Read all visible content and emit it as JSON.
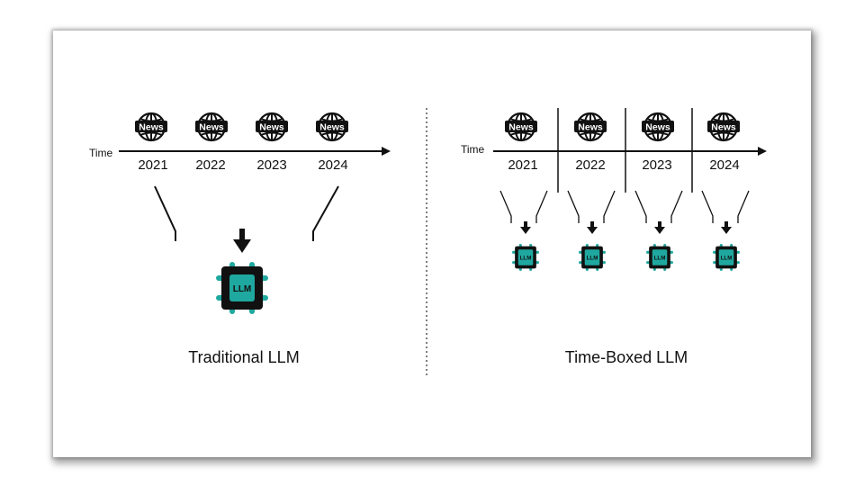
{
  "left_panel": {
    "time_label": "Time",
    "years": [
      "2021",
      "2022",
      "2023",
      "2024"
    ],
    "news_label": "News",
    "chip_label": "LLM",
    "caption": "Traditional LLM"
  },
  "right_panel": {
    "time_label": "Time",
    "years": [
      "2021",
      "2022",
      "2023",
      "2024"
    ],
    "news_label": "News",
    "chip_label": "LLM",
    "caption": "Time-Boxed LLM"
  },
  "colors": {
    "chip_teal": "#1fa89f",
    "chip_body": "#111111",
    "line": "#111111"
  },
  "icons": {
    "news": "globe-news-icon",
    "chip": "llm-chip-icon",
    "arrow": "down-arrow-icon"
  }
}
